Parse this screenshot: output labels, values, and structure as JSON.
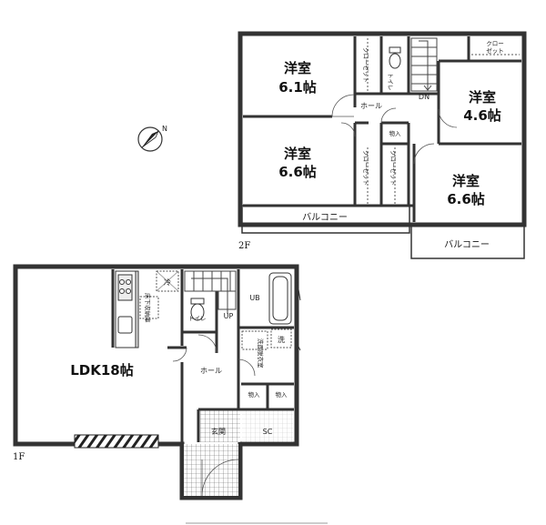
{
  "floor_labels": {
    "second": "2F",
    "first": "1F"
  },
  "compass": {
    "north_label": "N",
    "icon": "north-arrow-icon"
  },
  "second_floor": {
    "room_a": {
      "name": "洋室",
      "size": "6.1帖"
    },
    "room_b": {
      "name": "洋室",
      "size": "4.6帖"
    },
    "room_c": {
      "name": "洋室",
      "size": "6.6帖"
    },
    "room_d": {
      "name": "洋室",
      "size": "6.6帖"
    },
    "closet_label": "クローゼット",
    "closet_top_line1": "クロー",
    "closet_top_line2": "ゼット",
    "toilet": "トイレ",
    "hall": "ホール",
    "storage": "物入",
    "stairs_down": "DN",
    "balcony_left": "バルコニー",
    "balcony_right": "バルコニー"
  },
  "first_floor": {
    "ldk": "LDK18帖",
    "fridge": "冷",
    "underfloor_storage": "床下収納庫",
    "toilet": "トイレ",
    "stairs_up": "UP",
    "hall": "ホール",
    "bath": "UB",
    "washer": "洗",
    "washroom": "洗面脱衣室",
    "storage_1": "物入",
    "storage_2": "物入",
    "entrance": "玄関",
    "shoe_closet": "SC"
  }
}
